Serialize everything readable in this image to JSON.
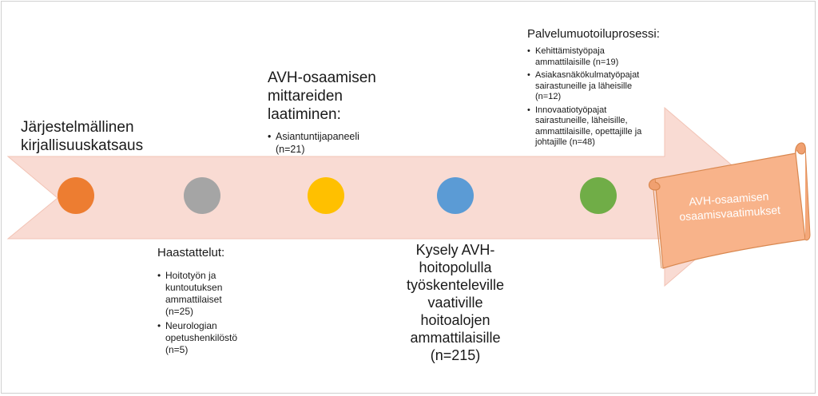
{
  "colors": {
    "arrow_fill": "#f9dbd3",
    "banner_fill": "#f8b38a",
    "banner_stroke": "#d98850",
    "circles": [
      "#ed7d31",
      "#a5a5a5",
      "#ffc000",
      "#5b9bd5",
      "#70ad47"
    ]
  },
  "icons": [
    "process-arrow",
    "scroll-banner"
  ],
  "steps": {
    "step1": {
      "title": "Järjestelmällinen kirjallisuuskatsaus"
    },
    "step2": {
      "title": "Haastattelut:",
      "items": [
        {
          "line1": "Hoitotyön ja",
          "line2": "kuntoutuksen",
          "line3": "ammattilaiset",
          "line4": "(n=25)"
        },
        {
          "line1": "Neurologian",
          "line2": "opetushenkilöstö",
          "line3": "(n=5)"
        }
      ]
    },
    "step3": {
      "title_line1": "AVH-osaamisen",
      "title_line2": "mittareiden",
      "title_line3": "laatiminen:",
      "item_line1": "Asiantuntijapaneeli",
      "item_line2": "(n=21)"
    },
    "step4": {
      "line1": "Kysely AVH-",
      "line2": "hoitopolulla",
      "line3": "työskenteleville",
      "line4": "vaativille",
      "line5": "hoitoalojen",
      "line6": "ammattilaisille",
      "line7": "(n=215)"
    },
    "step5": {
      "title": "Palvelumuotoiluprosessi:",
      "items": [
        {
          "line1": "Kehittämistyöpaja",
          "line2": "ammattilaisille (n=19)"
        },
        {
          "line1": "Asiakasnäkökulmatyöpajat",
          "line2": "sairastuneille ja läheisille",
          "line3": "(n=12)"
        },
        {
          "line1": "Innovaatiotyöpajat",
          "line2": "sairastuneille, läheisille,",
          "line3": "ammattilaisille, opettajille ja",
          "line4": "johtajille (n=48)"
        }
      ]
    }
  },
  "banner": {
    "line1": "AVH-osaamisen",
    "line2": "osaamisvaatimukset"
  }
}
